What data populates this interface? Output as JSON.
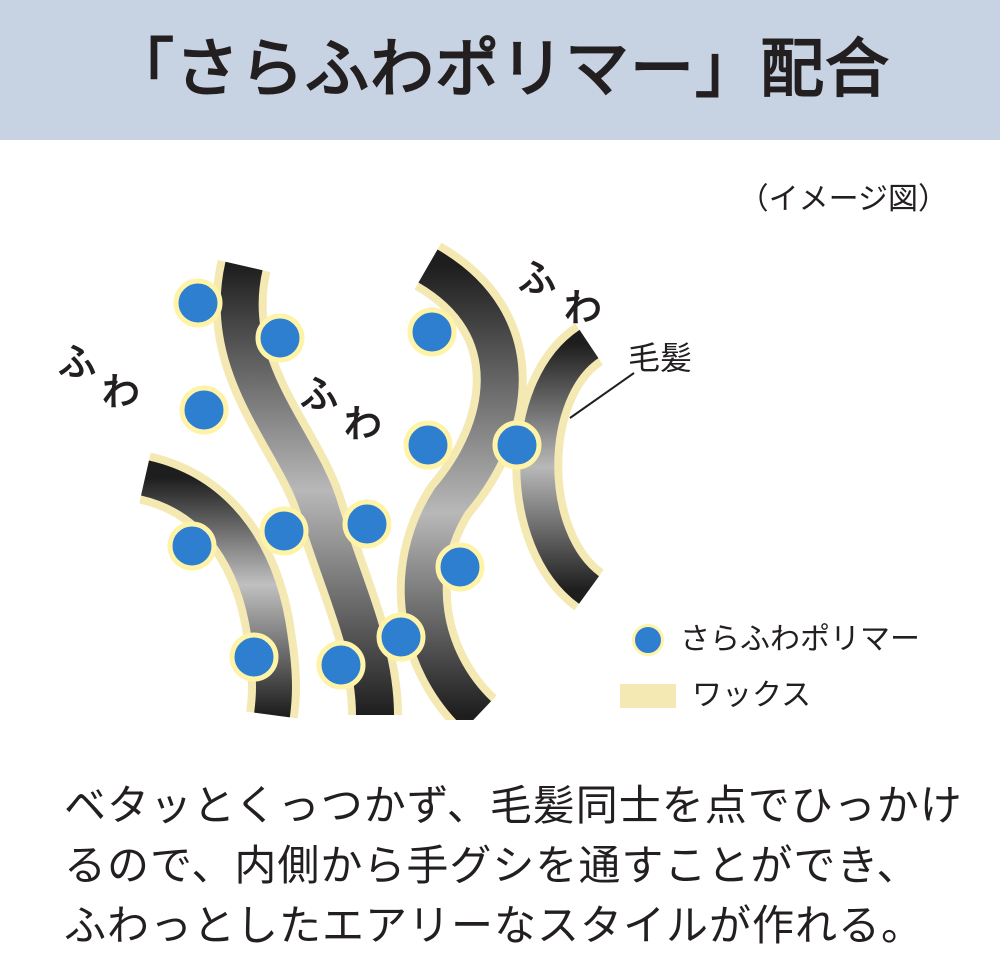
{
  "header": {
    "title": "「さらふわポリマー」配合",
    "background": "#c7d3e3"
  },
  "caption_note": "（イメージ図）",
  "diagram": {
    "fuwa_char_1": "ふ",
    "fuwa_char_2": "わ",
    "hair_label": "毛髪",
    "colors": {
      "hair_dark": "#1e1e1e",
      "hair_light": "#b8b8b8",
      "wax": "#f4e9b3",
      "polymer": "#2f7fd0",
      "polymer_rim": "#fff3a8"
    }
  },
  "legend": {
    "items": [
      {
        "label": "さらふわポリマー",
        "marker": "blue-dot"
      },
      {
        "label": "ワックス",
        "marker": "cream-swatch"
      }
    ]
  },
  "body_text": {
    "lines": [
      "ベタッとくっつかず、毛髪同士を点でひっかけ",
      "るので、内側から手グシを通すことができ、",
      "ふわっとしたエアリーなスタイルが作れる。"
    ]
  }
}
